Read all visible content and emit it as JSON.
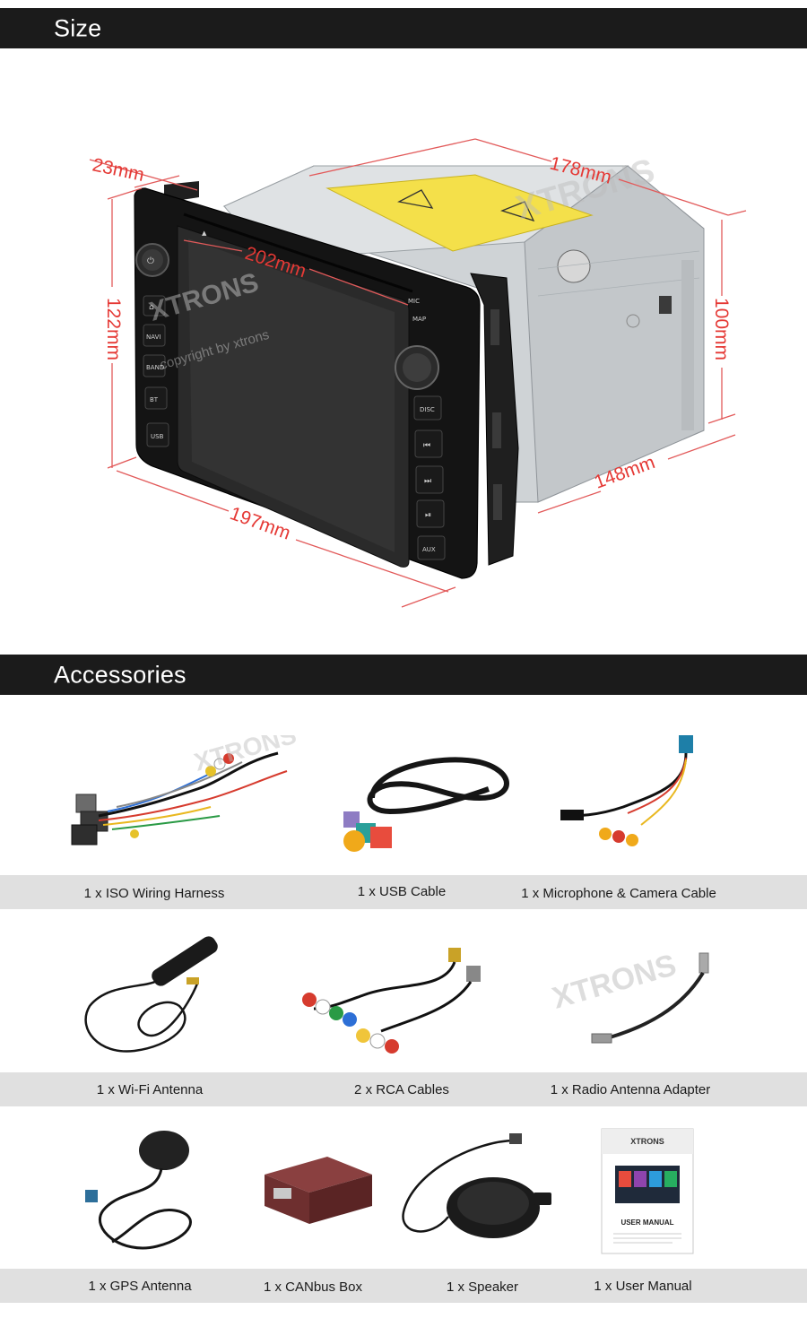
{
  "sections": {
    "size_title": "Size",
    "accessories_title": "Accessories"
  },
  "dimensions": {
    "depth_top": "23mm",
    "chassis_length": "178mm",
    "faceplate_width": "202mm",
    "faceplate_height": "122mm",
    "chassis_height": "100mm",
    "chassis_depth": "148mm",
    "bottom_width": "197mm"
  },
  "unit_labels": {
    "mic": "MIC",
    "map": "MAP",
    "disc": "DISC",
    "aux": "AUX",
    "usb": "USB",
    "band": "BAND",
    "navi": "NAVI",
    "bt": "BT"
  },
  "watermark": {
    "brand": "XTRONS",
    "copyright": "copyright by xtrons"
  },
  "accessories": [
    {
      "caption": "1 x ISO Wiring Harness",
      "icon": "wiring-harness"
    },
    {
      "caption": "1 x USB Cable",
      "icon": "usb-cable"
    },
    {
      "caption": "1 x Microphone & Camera Cable",
      "icon": "microphone-camera-cable"
    },
    {
      "caption": "1 x Wi-Fi Antenna",
      "icon": "wifi-antenna"
    },
    {
      "caption": "2 x RCA Cables",
      "icon": "rca-cables"
    },
    {
      "caption": "1 x Radio Antenna Adapter",
      "icon": "radio-antenna-adapter"
    },
    {
      "caption": "1 x GPS Antenna",
      "icon": "gps-antenna"
    },
    {
      "caption": "1 x CANbus Box",
      "icon": "canbus-box"
    },
    {
      "caption": "1 x Speaker",
      "icon": "speaker"
    },
    {
      "caption": "1 x User Manual",
      "icon": "user-manual"
    }
  ],
  "manual": {
    "brand": "XTRONS",
    "title": "USER MANUAL"
  },
  "colors": {
    "header_bg": "#1b1b1b",
    "dimension_red": "#e53935",
    "caption_bar": "#e0e0e0"
  }
}
